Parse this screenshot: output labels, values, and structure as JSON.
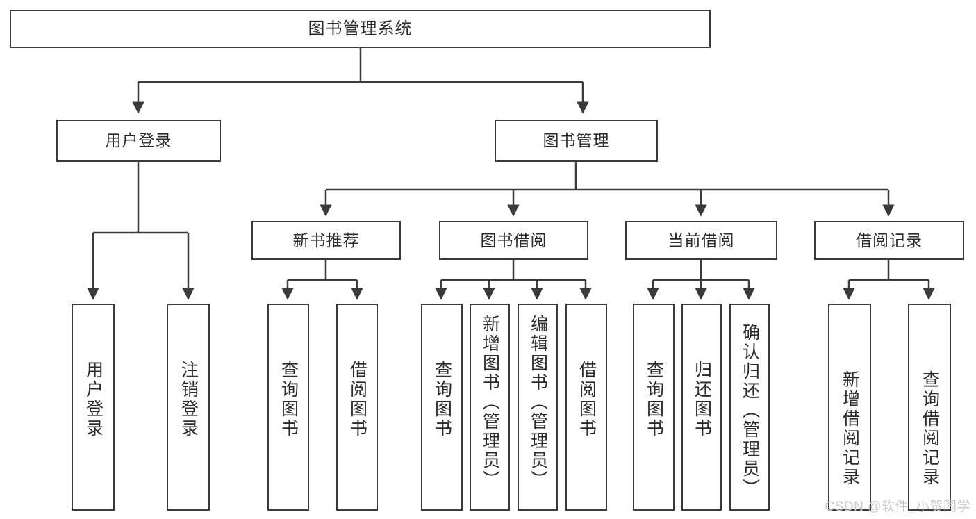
{
  "diagram": {
    "title": "图书管理系统",
    "type": "hierarchy-tree",
    "watermark": "CSDN @软件_小贺同学",
    "colors": {
      "background": "#ffffff",
      "border": "#3b3b3b",
      "text": "#2b2b2b",
      "edge": "#3b3b3b",
      "watermark": "#c9c9c9"
    },
    "levels": {
      "root": {
        "label": "图书管理系统"
      },
      "level2": [
        {
          "label": "用户登录"
        },
        {
          "label": "图书管理"
        }
      ],
      "level3": [
        {
          "label": "新书推荐"
        },
        {
          "label": "图书借阅"
        },
        {
          "label": "当前借阅"
        },
        {
          "label": "借阅记录"
        }
      ],
      "leaves": {
        "user_login": [
          {
            "label": "用户登录"
          },
          {
            "label": "注销登录"
          }
        ],
        "new_book_recommend": [
          {
            "label": "查询图书"
          },
          {
            "label": "借阅图书"
          }
        ],
        "book_borrow": [
          {
            "label": "查询图书"
          },
          {
            "label": "新增图书（管理员）"
          },
          {
            "label": "编辑图书（管理员）"
          },
          {
            "label": "借阅图书"
          }
        ],
        "current_borrow": [
          {
            "label": "查询图书"
          },
          {
            "label": "归还图书"
          },
          {
            "label": "确认归还（管理员）"
          }
        ],
        "borrow_record": [
          {
            "label": "新增借阅记录"
          },
          {
            "label": "查询借阅记录"
          }
        ]
      }
    }
  }
}
